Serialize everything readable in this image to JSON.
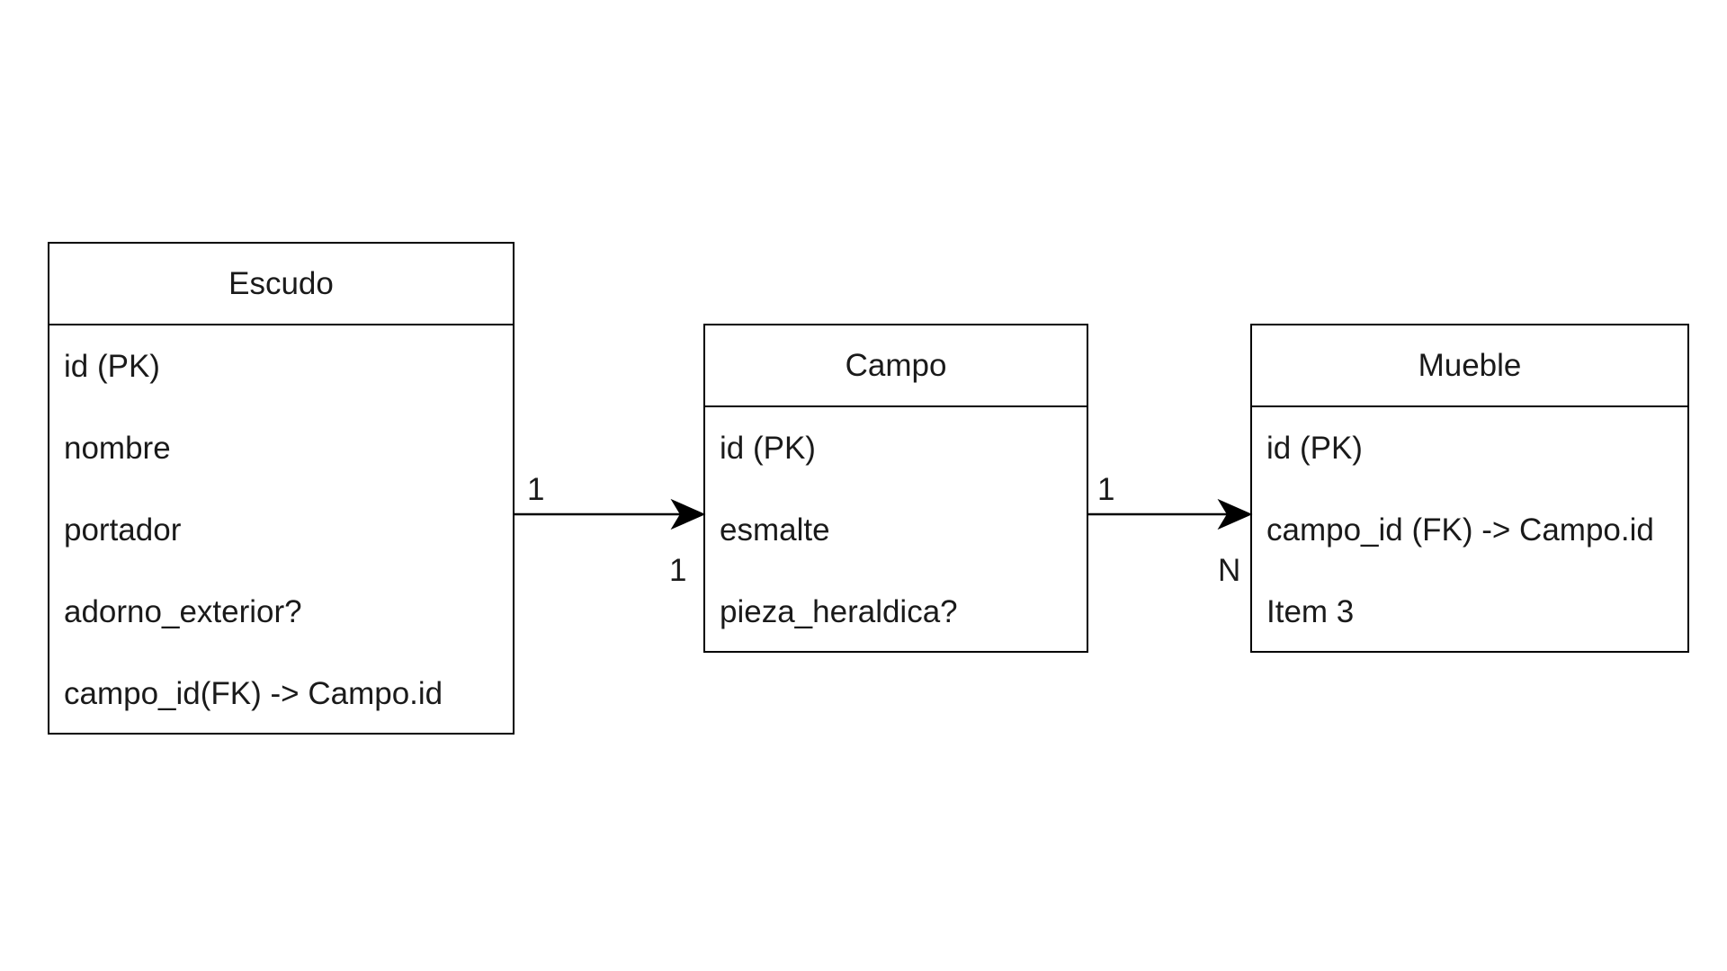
{
  "entities": {
    "escudo": {
      "title": "Escudo",
      "fields": [
        "id (PK)",
        "nombre",
        "portador",
        "adorno_exterior?",
        "campo_id(FK) -> Campo.id"
      ]
    },
    "campo": {
      "title": "Campo",
      "fields": [
        "id (PK)",
        "esmalte",
        "pieza_heraldica?"
      ]
    },
    "mueble": {
      "title": "Mueble",
      "fields": [
        "id (PK)",
        "campo_id (FK) -> Campo.id",
        "Item 3"
      ]
    }
  },
  "relationships": [
    {
      "from": "Escudo",
      "to": "Campo",
      "source_cardinality": "1",
      "target_cardinality": "1"
    },
    {
      "from": "Campo",
      "to": "Mueble",
      "source_cardinality": "1",
      "target_cardinality": "N"
    }
  ],
  "colors": {
    "stroke": "#000000",
    "text": "#1a1a1a",
    "background": "#ffffff"
  }
}
